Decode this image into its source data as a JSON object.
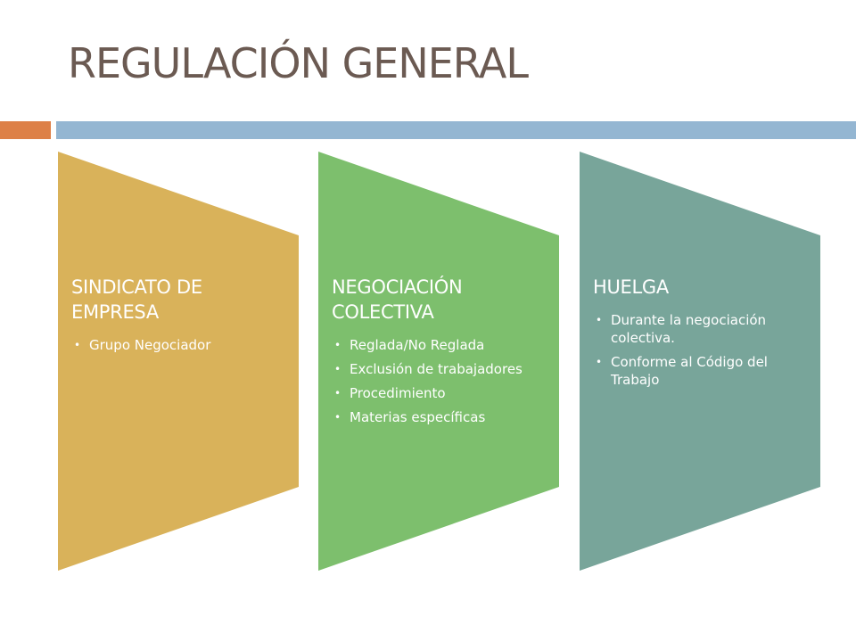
{
  "slide": {
    "title": "REGULACIÓN GENERAL"
  },
  "colors": {
    "title": "#6b5a52",
    "accent_bar": "#dd8047",
    "main_bar": "#94b6d2",
    "panel_1": "#d9b25a",
    "panel_2": "#7dbf6d",
    "panel_3": "#78a59a",
    "text_on_panel": "#ffffff"
  },
  "panels": [
    {
      "heading": "SINDICATO DE EMPRESA",
      "items": [
        "Grupo Negociador"
      ]
    },
    {
      "heading": "NEGOCIACIÓN COLECTIVA",
      "items": [
        "Reglada/No Reglada",
        "Exclusión de trabajadores",
        "Procedimiento",
        "Materias específicas"
      ]
    },
    {
      "heading": "HUELGA",
      "items": [
        "Durante la negociación colectiva.",
        "Conforme al Código del Trabajo"
      ]
    }
  ]
}
